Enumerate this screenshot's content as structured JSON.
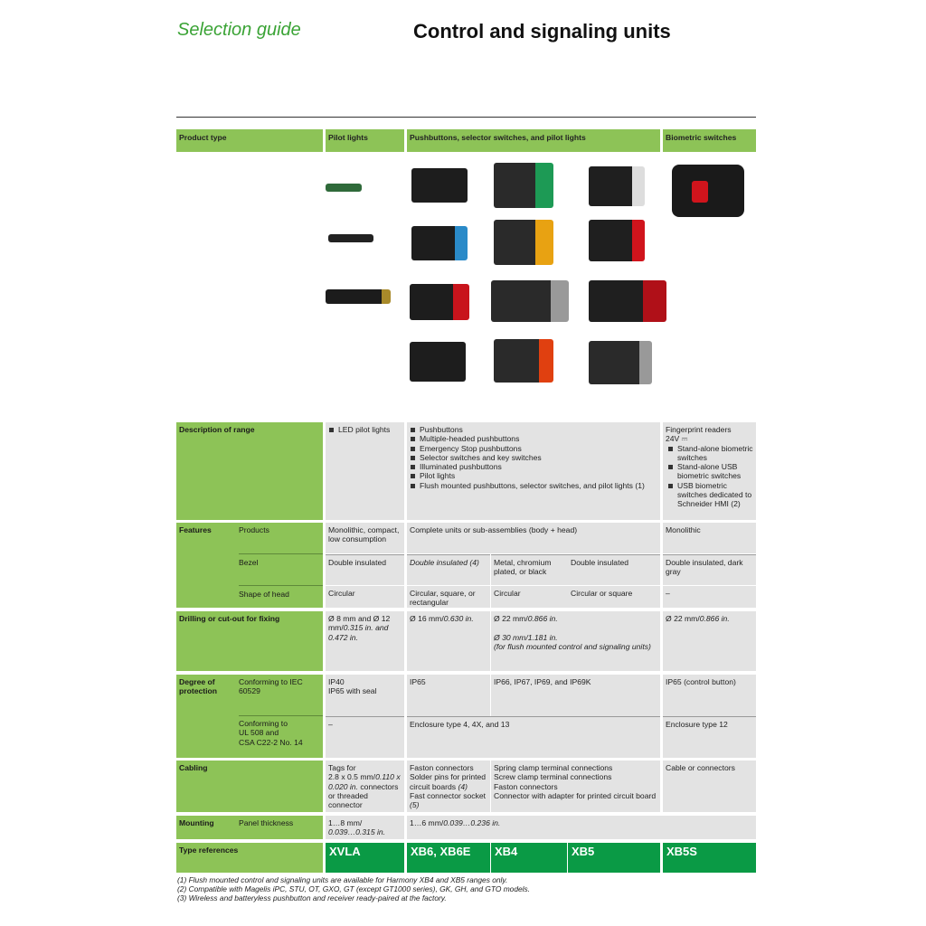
{
  "header": {
    "section": "Selection guide",
    "title": "Control and signaling units"
  },
  "columns": {
    "product_type": "Product type",
    "c1": "Pilot lights",
    "c2": "Pushbuttons, selector switches, and pilot lights",
    "c5": "Biometric switches"
  },
  "description": {
    "label": "Description of range",
    "c1": [
      "LED pilot lights"
    ],
    "c2": [
      "Pushbuttons",
      "Multiple-headed pushbuttons",
      "Emergency Stop pushbuttons",
      "Selector switches and key switches",
      "Illuminated pushbuttons",
      "Pilot lights",
      "Flush mounted pushbuttons, selector switches, and pilot lights (1)"
    ],
    "c5_intro": "Fingerprint readers",
    "c5_voltage": "24V ⎓",
    "c5": [
      "Stand-alone biometric switches",
      "Stand-alone USB biometric switches",
      "USB biometric switches dedicated to Schneider HMI (2)"
    ]
  },
  "features": {
    "label": "Features",
    "products": {
      "label": "Products",
      "c1": "Monolithic, compact, low consumption",
      "c2": "Complete units or sub-assemblies (body + head)",
      "c5": "Monolithic"
    },
    "bezel": {
      "label": "Bezel",
      "c1": "Double insulated",
      "c2": "Double insulated (4)",
      "c3": "Metal, chromium plated, or black",
      "c4": "Double insulated",
      "c5": "Double insulated, dark gray"
    },
    "shape": {
      "label": "Shape of head",
      "c1": "Circular",
      "c2": "Circular, square, or rectangular",
      "c3": "Circular",
      "c4": "Circular or square",
      "c5": "–"
    }
  },
  "drilling": {
    "label": "Drilling or cut-out for fixing",
    "c1a": "Ø 8 mm and Ø 12 mm/",
    "c1b": "0.315 in. and 0.472 in.",
    "c2a": "Ø 16 mm/",
    "c2b": "0.630 in.",
    "c3a": "Ø 22 mm/",
    "c3b": "0.866 in.",
    "c3c": "Ø 30 mm/1.181 in.",
    "c3d": "(for flush mounted control and signaling units)",
    "c5a": "Ø 22 mm/",
    "c5b": "0.866 in."
  },
  "protection": {
    "label": "Degree of protection",
    "iec": {
      "label": "Conforming to IEC 60529",
      "c1a": "IP40",
      "c1b": "IP65 with seal",
      "c2": "IP65",
      "c3": "IP66, IP67, IP69, and IP69K",
      "c5": "IP65 (control button)"
    },
    "ul": {
      "label_a": "Conforming to",
      "label_b": "UL 508 and",
      "label_c": "CSA C22-2 No. 14",
      "c1": "–",
      "c2": "Enclosure type 4, 4X, and 13",
      "c5": "Enclosure type 12"
    }
  },
  "cabling": {
    "label": "Cabling",
    "c1a": "Tags for",
    "c1b": "2.8 x 0.5 mm/",
    "c1c": "0.110 x 0.020 in.",
    "c1d": "connectors or threaded connector",
    "c2a": "Faston connectors",
    "c2b": "Solder pins for printed circuit boards",
    "c2c": "(4)",
    "c2d": "Fast connector socket",
    "c2e": "(5)",
    "c3": [
      "Spring clamp terminal connections",
      "Screw clamp terminal connections",
      "Faston connectors",
      "Connector with adapter for printed circuit board"
    ],
    "c5": "Cable or connectors"
  },
  "mounting": {
    "label": "Mounting",
    "sub": "Panel thickness",
    "c1a": "1…8 mm/",
    "c1b": "0.039…0.315 in.",
    "c2a": "1…6 mm/",
    "c2b": "0.039…0.236 in."
  },
  "type_refs": {
    "label": "Type references",
    "values": [
      "XVLA",
      "XB6, XB6E",
      "XB4",
      "XB5",
      "XB5S"
    ]
  },
  "footnotes": [
    "(1) Flush mounted control and signaling units are available for Harmony XB4 and XB5 ranges only.",
    "(2) Compatible with Magelis iPC, STU, OT, GXO, GT (except GT1000 series), GK, GH, and GTO models.",
    "(3) Wireless and batteryless pushbutton and receiver ready-paired at the factory."
  ]
}
